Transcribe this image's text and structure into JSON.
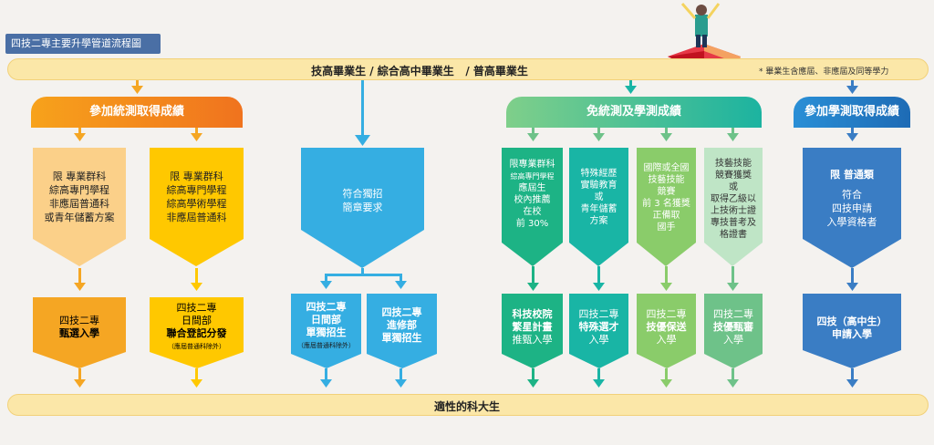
{
  "title": "四技二專主要升學管道流程圖",
  "top_bar": {
    "part1": "技高畢業生 / 綜合高中畢業生",
    "part2": "/ 普高畢業生",
    "note": "* 畢業生含應屆、非應屆及同等學力"
  },
  "bottom_bar": "適性的科大生",
  "headers": {
    "orange": "參加統測取得成績",
    "green": "免統測及學測成績",
    "blue": "參加學測取得成績"
  },
  "cards": {
    "o1": "限 專業群科\n綜高專門學程\n非應屆普通科\n或青年儲蓄方案",
    "o2": "限 專業群科\n綜高專門學程\n綜高學術學程\n非應屆普通科",
    "mid": "符合獨招\n簡章要求",
    "g1_a": "限專業群科",
    "g1_b": "綜高專門學程",
    "g1_c": "應屆生\n校內推薦\n在校\n前 30%",
    "g2": "特殊經歷\n實驗教育\n或\n青年儲蓄\n方案",
    "g3": "國際或全國\n技藝技能\n競賽\n前 3 名獲獎\n正備取\n國手",
    "g4": "技藝技能\n競賽獲獎\n或\n取得乙級以\n上技術士證\n專技普考及\n格證書",
    "b1_a": "限 普通類",
    "b1_b": "符合\n四技申請\n入學資格者"
  },
  "results": {
    "o1_a": "四技二專",
    "o1_b": "甄選入學",
    "o2_a": "四技二專\n日間部",
    "o2_b": "聯合登記分發",
    "o2_c": "（應屆普通科除外）",
    "m1_a": "四技二專\n日間部\n單獨招生",
    "m1_b": "（應屆普通科除外）",
    "m2_a": "四技二專\n進修部\n單獨招生",
    "g1_a": "科技校院\n繁星計畫",
    "g1_b": "推甄入學",
    "g2_a": "四技二專",
    "g2_b": "特殊選才",
    "g2_c": "入學",
    "g3_a": "四技二專",
    "g3_b": "技優保送",
    "g3_c": "入學",
    "g4_a": "四技二專",
    "g4_b": "技優甄審",
    "g4_c": "入學",
    "b1_a": "四技（高中生）\n申請入學"
  },
  "colors": {
    "orange": "#f5a623",
    "yellow": "#ffc800",
    "lightblue": "#35aee2",
    "green1": "#1db385",
    "green2": "#19b5a5",
    "green3": "#8acc6a",
    "green4": "#6ec289",
    "blue": "#3a7dc4"
  }
}
